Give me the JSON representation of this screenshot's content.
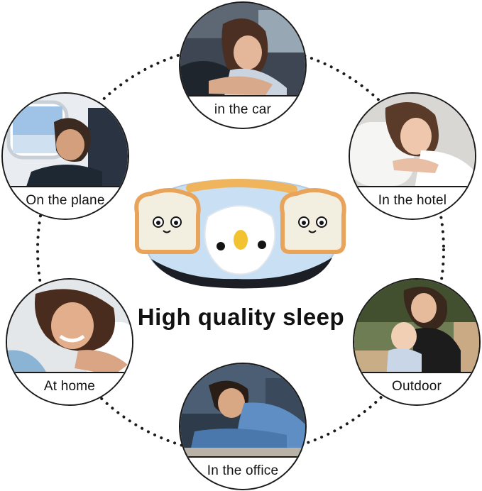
{
  "headline": "High quality sleep",
  "scenes": [
    {
      "label": "in the car",
      "icon": "woman-sleeping-car-photo"
    },
    {
      "label": "On the plane",
      "icon": "man-sleeping-plane-photo"
    },
    {
      "label": "In the hotel",
      "icon": "woman-lying-hotel-photo"
    },
    {
      "label": "At home",
      "icon": "woman-smiling-home-photo"
    },
    {
      "label": "Outdoor",
      "icon": "mother-baby-outdoor-photo"
    },
    {
      "label": "In the office",
      "icon": "man-sleeping-desk-photo"
    }
  ],
  "product": {
    "icon": "penguin-toast-sleep-mask",
    "colors": {
      "mask": "#c9dff3",
      "toast": "#f3efe0",
      "crust": "#e9a45c",
      "beak": "#f2c230"
    }
  }
}
